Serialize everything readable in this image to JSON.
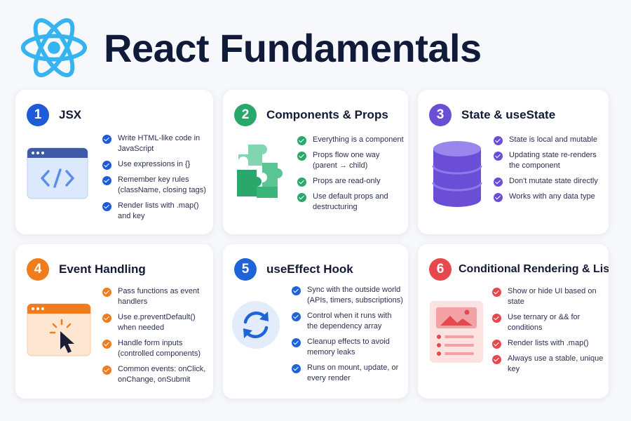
{
  "title": "React Fundamentals",
  "cards": [
    {
      "number": "1",
      "title": "JSX",
      "color": "#1e5bd8",
      "icon": "code-window-icon",
      "points": [
        "Write HTML-like code in JavaScript",
        "Use expressions in {}",
        "Remember key rules (className, closing tags)",
        "Render lists with .map() and key"
      ]
    },
    {
      "number": "2",
      "title": "Components & Props",
      "color": "#2aa76a",
      "icon": "puzzle-pieces-icon",
      "points": [
        "Everything is a component",
        "Props flow one way (parent → child)",
        "Props are read-only",
        "Use default props and destructuring"
      ]
    },
    {
      "number": "3",
      "title": "State & useState",
      "color": "#6a4fd6",
      "icon": "database-icon",
      "points": [
        "State is local and mutable",
        "Updating state re-renders the component",
        "Don't mutate state directly",
        "Works with any data type"
      ]
    },
    {
      "number": "4",
      "title": "Event Handling",
      "color": "#f07c1e",
      "icon": "click-cursor-icon",
      "points": [
        "Pass functions as event handlers",
        "Use e.preventDefault() when needed",
        "Handle form inputs (controlled components)",
        "Common events: onClick, onChange, onSubmit"
      ]
    },
    {
      "number": "5",
      "title": "useEffect Hook",
      "color": "#1e63d8",
      "icon": "refresh-icon",
      "points": [
        "Sync with the outside world (APIs, timers, subscriptions)",
        "Control when it runs with the dependency array",
        "Cleanup effects to avoid memory leaks",
        "Runs on mount, update, or every render"
      ]
    },
    {
      "number": "6",
      "title": "Conditional Rendering & Lists",
      "color": "#e5484d",
      "icon": "image-list-icon",
      "points": [
        "Show or hide UI based on state",
        "Use ternary or && for conditions",
        "Render lists with .map()",
        "Always use a stable, unique key"
      ]
    }
  ]
}
